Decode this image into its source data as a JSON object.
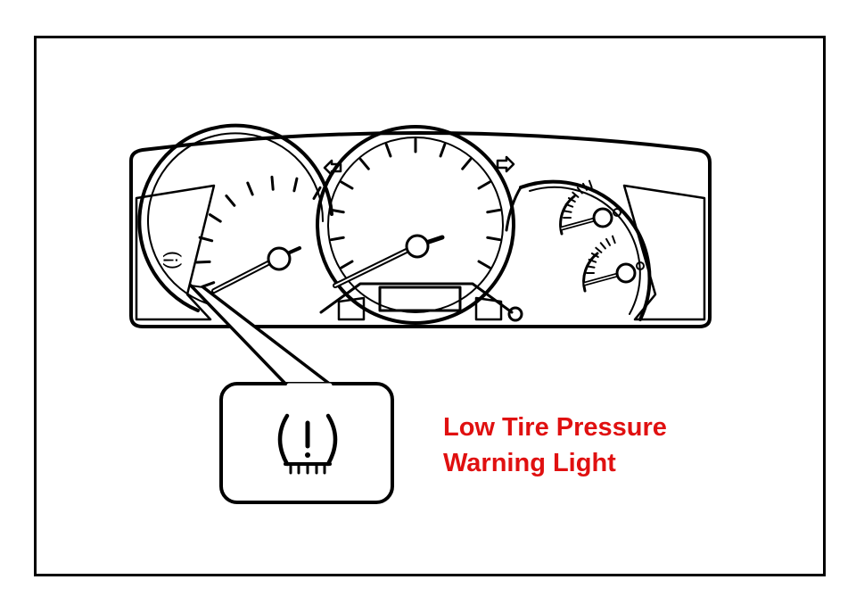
{
  "caption": {
    "line1": "Low Tire Pressure",
    "line2": "Warning Light"
  },
  "icons": {
    "callout": "tire-pressure-warning-icon",
    "cluster": "instrument-cluster",
    "left_gauge_icon": "tpms-mini-icon",
    "turn_left": "turn-signal-left-icon",
    "turn_right": "turn-signal-right-icon"
  },
  "colors": {
    "caption": "#e01010",
    "line": "#000000",
    "background": "#ffffff"
  }
}
